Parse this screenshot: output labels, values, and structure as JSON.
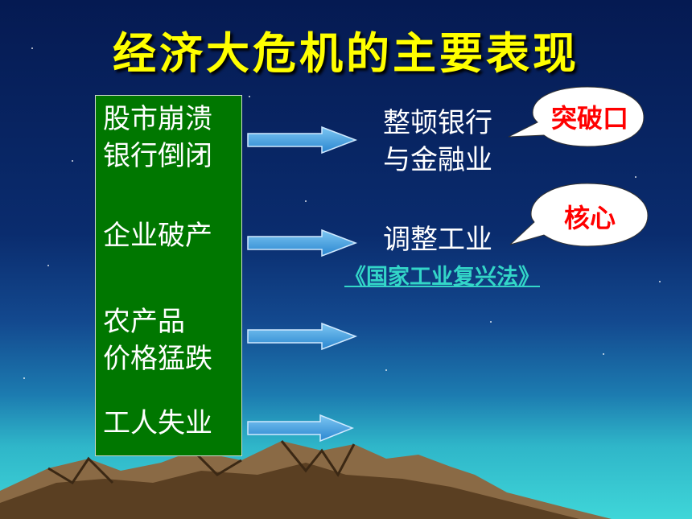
{
  "slide": {
    "title": "经济大危机的主要表现",
    "left_items": [
      {
        "line1": "股市崩溃",
        "line2": "银行倒闭"
      },
      {
        "line1": "企业破产",
        "line2": ""
      },
      {
        "line1": "农产品",
        "line2": "价格猛跌"
      },
      {
        "line1": "工人失业",
        "line2": ""
      }
    ],
    "right_items": [
      {
        "line1": "整顿银行",
        "line2": "与金融业"
      },
      {
        "line1": "调整工业",
        "line2": ""
      }
    ],
    "law_link": "《国家工业复兴法》",
    "callouts": [
      "突破口",
      "核心"
    ]
  },
  "colors": {
    "title": "#ffff00",
    "box": "#007700",
    "arrow": "#3a9ee0",
    "callout_text": "#ff0000",
    "link": "#33d6c8"
  }
}
